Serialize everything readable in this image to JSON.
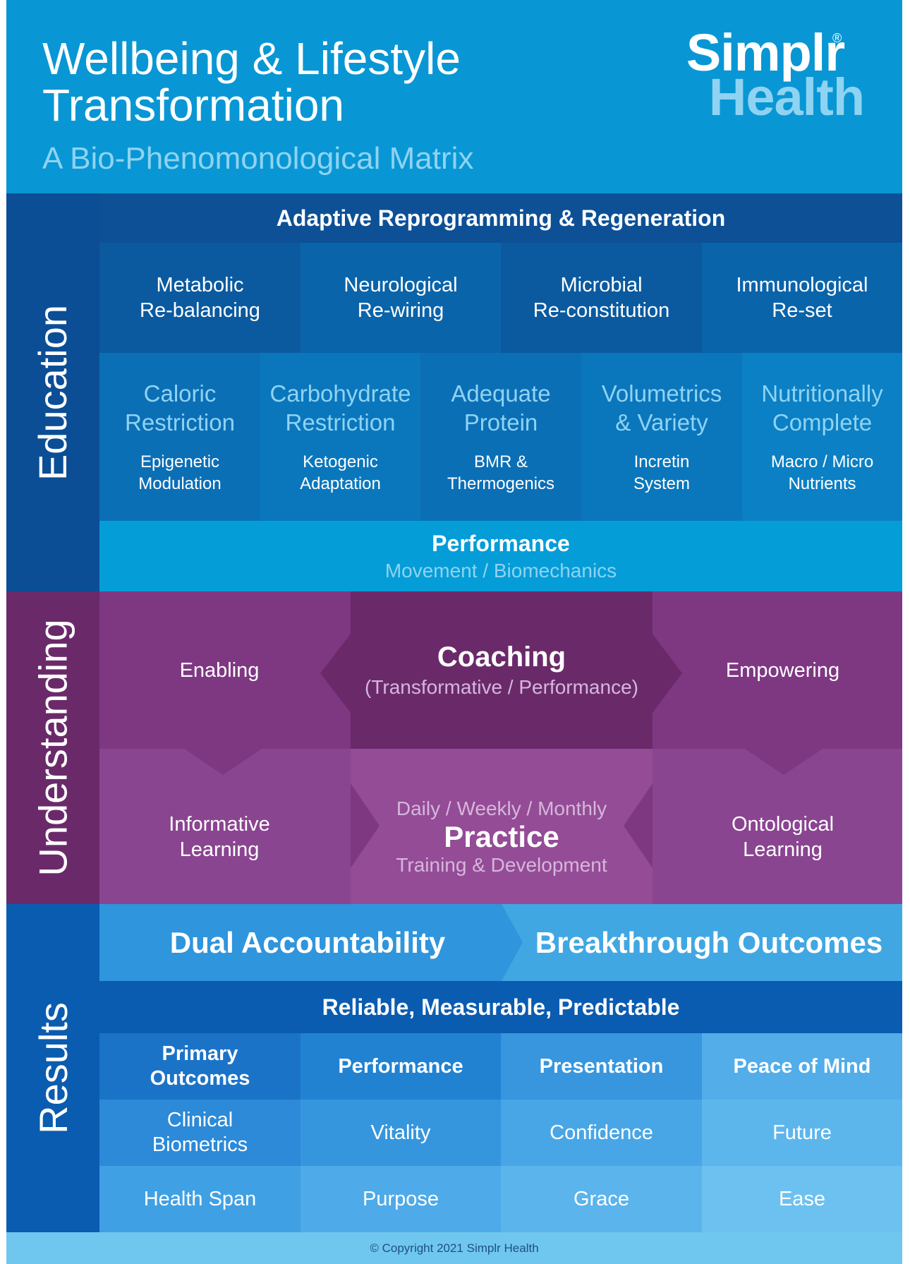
{
  "header": {
    "title_line1": "Wellbeing & Lifestyle",
    "title_line2": "Transformation",
    "subtitle": "A Bio-Phenomonological Matrix",
    "logo_line1": "Simplr",
    "logo_line2": "Health",
    "logo_mark": "®"
  },
  "side_labels": {
    "education": "Education",
    "understanding": "Understanding",
    "results": "Results"
  },
  "education": {
    "banner": "Adaptive Reprogramming & Regeneration",
    "mechanisms": [
      {
        "line1": "Metabolic",
        "line2": "Re-balancing"
      },
      {
        "line1": "Neurological",
        "line2": "Re-wiring"
      },
      {
        "line1": "Microbial",
        "line2": "Re-constitution"
      },
      {
        "line1": "Immunological",
        "line2": "Re-set"
      }
    ],
    "strategies": [
      {
        "title1": "Caloric",
        "title2": "Restriction",
        "sub1": "Epigenetic",
        "sub2": "Modulation"
      },
      {
        "title1": "Carbohydrate",
        "title2": "Restriction",
        "sub1": "Ketogenic",
        "sub2": "Adaptation"
      },
      {
        "title1": "Adequate",
        "title2": "Protein",
        "sub1": "BMR &",
        "sub2": "Thermogenics"
      },
      {
        "title1": "Volumetrics",
        "title2": "& Variety",
        "sub1": "Incretin",
        "sub2": "System"
      },
      {
        "title1": "Nutritionally",
        "title2": "Complete",
        "sub1": "Macro / Micro",
        "sub2": "Nutrients"
      }
    ],
    "performance": {
      "title": "Performance",
      "subtitle": "Movement / Biomechanics"
    }
  },
  "understanding": {
    "enabling": "Enabling",
    "empowering": "Empowering",
    "coaching": {
      "title": "Coaching",
      "subtitle": "(Transformative / Performance)"
    },
    "informative": {
      "line1": "Informative",
      "line2": "Learning"
    },
    "ontological": {
      "line1": "Ontological",
      "line2": "Learning"
    },
    "practice": {
      "top": "Daily / Weekly / Monthly",
      "title": "Practice",
      "subtitle": "Training & Development"
    }
  },
  "results": {
    "dual": "Dual Accountability",
    "breakthrough": "Breakthrough Outcomes",
    "banner": "Reliable, Measurable, Predictable",
    "grid": [
      [
        "Primary\nOutcomes",
        "Performance",
        "Presentation",
        "Peace of Mind"
      ],
      [
        "Clinical\nBiometrics",
        "Vitality",
        "Confidence",
        "Future"
      ],
      [
        "Health Span",
        "Purpose",
        "Grace",
        "Ease"
      ]
    ]
  },
  "footer": "© Copyright 2021 Simplr Health",
  "colors": {
    "header_blue": "#0897d4",
    "navy": "#0c4e95",
    "light_blue_text": "#8fd3f2",
    "purple_dark": "#6a2a6a",
    "purple_mid": "#7e3882",
    "purple_light": "#944c96",
    "results_blue": "#0a5cb0"
  }
}
